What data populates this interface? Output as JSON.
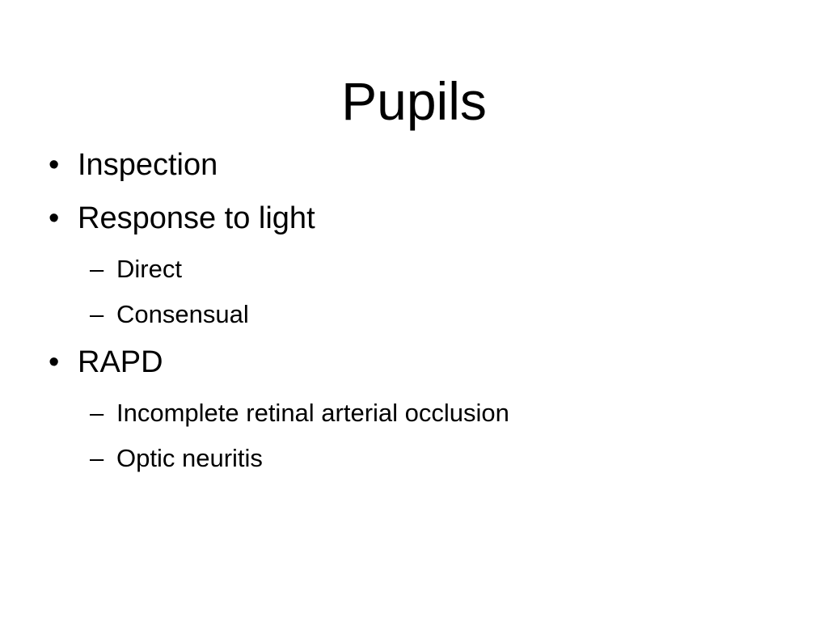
{
  "slide": {
    "title": "Pupils",
    "background_color": "#ffffff",
    "text_color": "#000000",
    "bullet_marker": "•",
    "subbullet_marker": "–",
    "items": [
      {
        "level": 1,
        "marker": "•",
        "text": "Inspection"
      },
      {
        "level": 1,
        "marker": "•",
        "text": "Response to light"
      },
      {
        "level": 2,
        "marker": "–",
        "text": "Direct"
      },
      {
        "level": 2,
        "marker": "–",
        "text": "Consensual"
      },
      {
        "level": 1,
        "marker": "•",
        "text": "RAPD"
      },
      {
        "level": 2,
        "marker": "–",
        "text": "Incomplete retinal arterial occlusion"
      },
      {
        "level": 2,
        "marker": "–",
        "text": "Optic neuritis"
      }
    ]
  }
}
